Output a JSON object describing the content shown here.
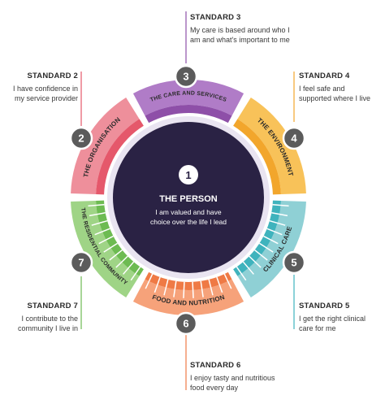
{
  "center": {
    "number": "1",
    "title": "THE PERSON",
    "line1": "I am valued and have",
    "line2": "choice over the life I lead"
  },
  "segments": [
    {
      "number": "3",
      "label": "THE CARE AND SERVICES",
      "color": "#b07cc7",
      "dark": "#8e4fa8"
    },
    {
      "number": "4",
      "label": "THE ENVIRONMENT",
      "color": "#f8c259",
      "dark": "#f2a62c"
    },
    {
      "number": "5",
      "label": "CLINICAL CARE",
      "color": "#8fd0d5",
      "dark": "#3fb3bd"
    },
    {
      "number": "6",
      "label": "FOOD AND NUTRITION",
      "color": "#f6a27a",
      "dark": "#ef7a45"
    },
    {
      "number": "7",
      "label": "THE RESIDENTIAL COMMUNITY",
      "color": "#9fd486",
      "dark": "#6dbb52"
    },
    {
      "number": "2",
      "label": "THE ORGANISATION",
      "color": "#ee8f9b",
      "dark": "#e5586b"
    }
  ],
  "standards": {
    "s3": {
      "title": "STANDARD 3",
      "line1": "My care is based around who I",
      "line2": "am and what's important to me"
    },
    "s2": {
      "title": "STANDARD 2",
      "line1": "I have confidence in",
      "line2": "my service provider"
    },
    "s4": {
      "title": "STANDARD 4",
      "line1": "I feel safe and",
      "line2": "supported where I live"
    },
    "s7": {
      "title": "STANDARD 7",
      "line1": "I contribute to the",
      "line2": "community I live in"
    },
    "s5": {
      "title": "STANDARD 5",
      "line1": "I get the right clinical",
      "line2": "care for me"
    },
    "s6": {
      "title": "STANDARD 6",
      "line1": "I enjoy tasty and nutritious",
      "line2": "food every day"
    }
  },
  "colors": {
    "center_dark": "#2a2244",
    "badge_grey": "#5b5b5b",
    "text": "#3a3a3a"
  }
}
